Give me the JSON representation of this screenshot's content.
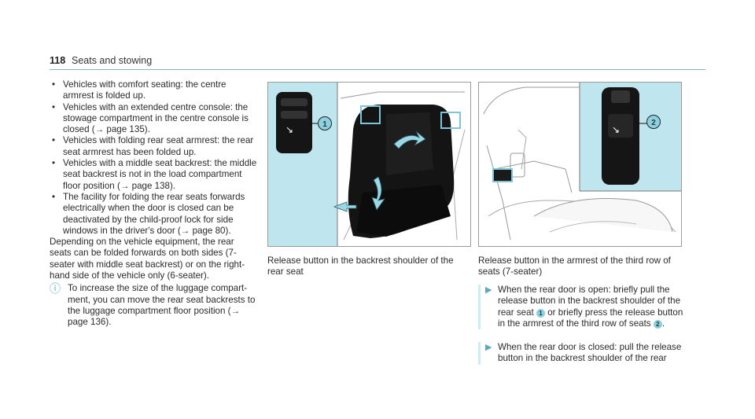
{
  "header": {
    "page_number": "118",
    "section_title": "Seats and stowing"
  },
  "left_column": {
    "bullets": [
      "Vehicles with comfort seating: the centre armrest is folded up.",
      "Vehicles with an extended centre console: the stowage compartment in the centre con­sole is closed (→ page 135).",
      "Vehicles with folding rear seat armrest: the rear seat armrest has been folded up.",
      "Vehicles with a middle seat backrest: the middle seat backrest is not in the load com­partment floor position (→ page 138).",
      "The facility for folding the rear seats forwards electrically when the door is closed can be deactivated by the child-proof lock for side windows in the driver's door (→ page 80)."
    ],
    "paragraph": "Depending on the vehicle equipment, the rear seats can be folded forwards on both sides (7-seater with middle seat backrest) or on the right-hand side of the vehicle only (6-seater).",
    "note": "To increase the size of the luggage compart­ment, you can move the rear seat backrests to the luggage compartment floor position (→ page 136)."
  },
  "figures": {
    "fig1": {
      "callout": "1",
      "caption": "Release button in the backrest shoulder of the rear seat"
    },
    "fig2": {
      "callout": "2",
      "caption": "Release button in the armrest of the third row of seats (7-seater)"
    }
  },
  "steps": {
    "step1": {
      "before": "When the rear door is open: briefly pull the release button in the backrest shoulder of the rear seat",
      "badge1": "1",
      "middle": "or briefly press the release button in the armrest of the third row of seats",
      "badge2": "2",
      "after": "."
    },
    "step2": {
      "text": "When the rear door is closed: pull the release button in the backrest shoulder of the rear"
    }
  },
  "colors": {
    "accent": "#5aa9bd",
    "callout_fill": "#8fd0df",
    "inset_bg": "#bfe6ee",
    "arrow_fill": "#9ad8e6"
  },
  "icons": {
    "note": "info-icon",
    "step": "step-arrow-icon"
  }
}
